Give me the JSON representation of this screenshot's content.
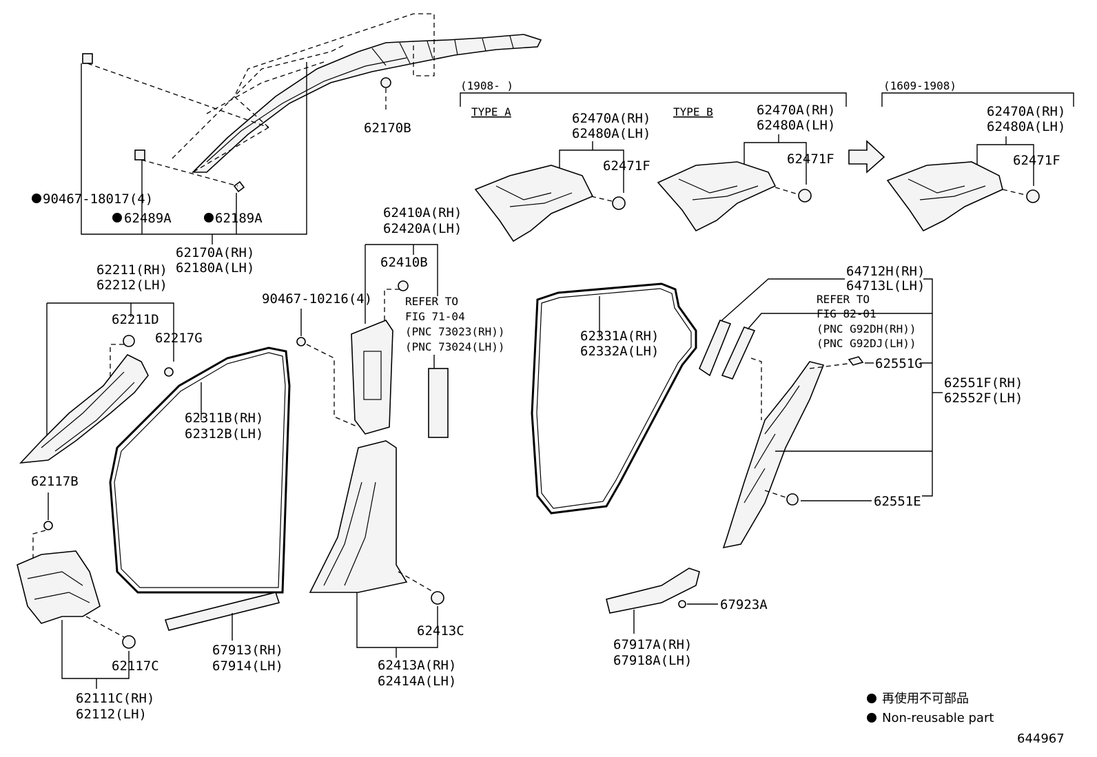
{
  "diagram_id": "644967",
  "legend": {
    "jp": "再使用不可部品",
    "en": "Non-reusable part"
  },
  "groups": {
    "range_a": "(1908-    )",
    "type_a": "TYPE A",
    "type_b": "TYPE B",
    "range_b": "(1609-1908)"
  },
  "labels": {
    "p62170B": "62170B",
    "p90467_18017": "90467-18017(4)",
    "p62489A": "62489A",
    "p62189A": "62189A",
    "p62170A": "62170A(RH)",
    "p62180A": "62180A(LH)",
    "p62211": "62211(RH)",
    "p62212": "62212(LH)",
    "p62211D": "62211D",
    "p62217G": "62217G",
    "p62117B": "62117B",
    "p62117C": "62117C",
    "p62111C": "62111C(RH)",
    "p62112": "62112(LH)",
    "p62311B": "62311B(RH)",
    "p62312B": "62312B(LH)",
    "p67913": "67913(RH)",
    "p67914": "67914(LH)",
    "p90467_10216": "90467-10216(4)",
    "p62410A": "62410A(RH)",
    "p62420A": "62420A(LH)",
    "p62410B": "62410B",
    "ref71_1": "REFER TO",
    "ref71_2": "FIG 71-04",
    "ref71_3": "(PNC 73023(RH))",
    "ref71_4": "(PNC 73024(LH))",
    "p62413C": "62413C",
    "p62413A": "62413A(RH)",
    "p62414A": "62414A(LH)",
    "a_62470A": "62470A(RH)",
    "a_62480A": "62480A(LH)",
    "a_62471F": "62471F",
    "b_62470A": "62470A(RH)",
    "b_62480A": "62480A(LH)",
    "b_62471F": "62471F",
    "c_62470A": "62470A(RH)",
    "c_62480A": "62480A(LH)",
    "c_62471F": "62471F",
    "p62331A": "62331A(RH)",
    "p62332A": "62332A(LH)",
    "p64712H": "64712H(RH)",
    "p64713L": "64713L(LH)",
    "ref82_1": "REFER TO",
    "ref82_2": "FIG 82-01",
    "ref82_3": "(PNC G92DH(RH))",
    "ref82_4": "(PNC G92DJ(LH))",
    "p62551G": "62551G",
    "p62551F": "62551F(RH)",
    "p62552F": "62552F(LH)",
    "p62551E": "62551E",
    "p67923A": "67923A",
    "p67917A": "67917A(RH)",
    "p67918A": "67918A(LH)"
  }
}
